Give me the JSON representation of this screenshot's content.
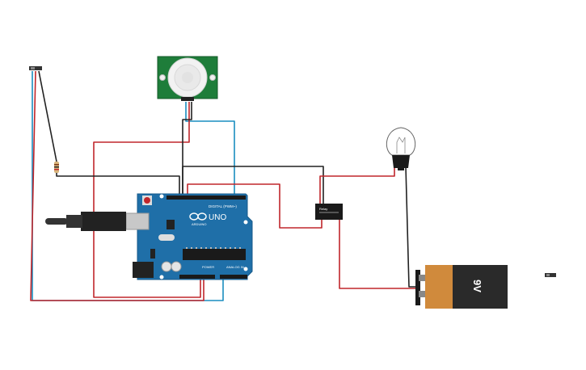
{
  "arduino": {
    "model": "UNO",
    "brand": "ARDUINO",
    "digital_label": "DIGITAL (PWM~)",
    "power_label": "POWER",
    "analog_label": "ANALOG IN",
    "color": "#1f6fa8"
  },
  "pir_sensor": {
    "color": "#1e7d3a"
  },
  "relay": {
    "label": "Relay"
  },
  "battery": {
    "label": "9V",
    "color_top": "#d08a3c",
    "color_body": "#2a2a2a"
  },
  "wires": {
    "red": "#c0262b",
    "black": "#222222",
    "blue": "#1a8dc0"
  }
}
